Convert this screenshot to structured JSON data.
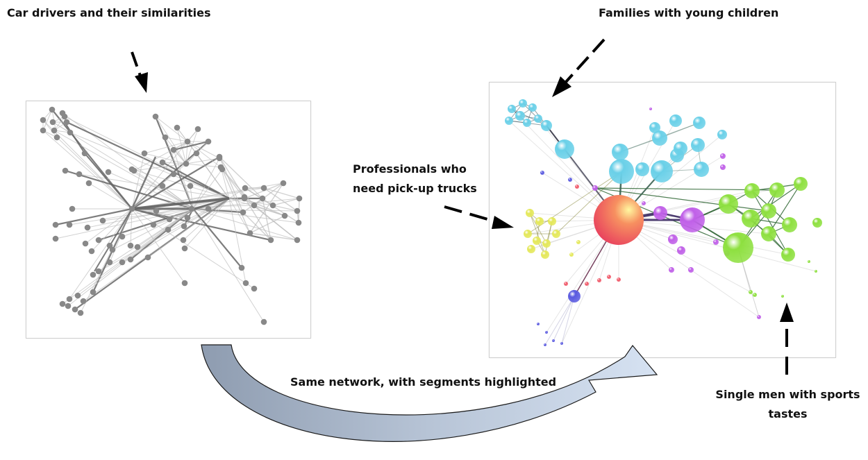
{
  "labels": {
    "car_drivers": "Car drivers and their similarities",
    "families": "Families with young children",
    "professionals": "Professionals who need pick-up trucks",
    "same_network": "Same network, with segments highlighted",
    "single_men": "Single men with sports tastes"
  },
  "colors": {
    "grey_node": "#888888",
    "families": "#6ad0e8",
    "professionals": "#e4e85a",
    "hub": "#f05a6a",
    "purple": "#c060e8",
    "sports": "#8ee040",
    "blue_small": "#5a5ae0",
    "arrow_fill_left": "#97a5b8",
    "arrow_fill_right": "#cfdcef"
  }
}
